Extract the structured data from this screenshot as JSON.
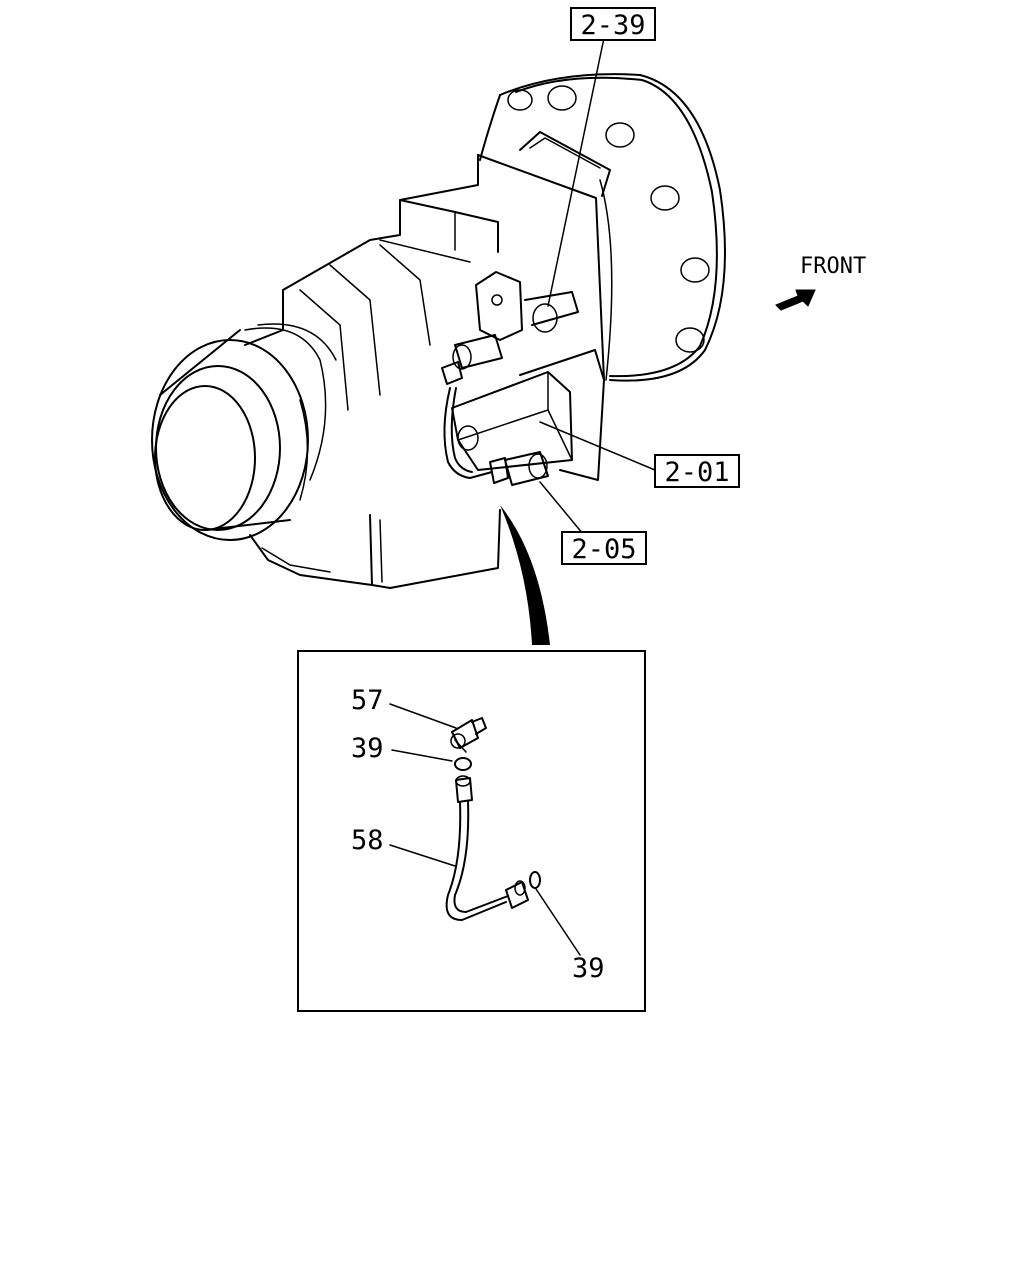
{
  "direction_label": "FRONT",
  "refs": {
    "ref_2_39": "2-39",
    "ref_2_01": "2-01",
    "ref_2_05": "2-05"
  },
  "detail_parts": {
    "part_57": "57",
    "part_39_top": "39",
    "part_58": "58",
    "part_39_bottom": "39"
  }
}
